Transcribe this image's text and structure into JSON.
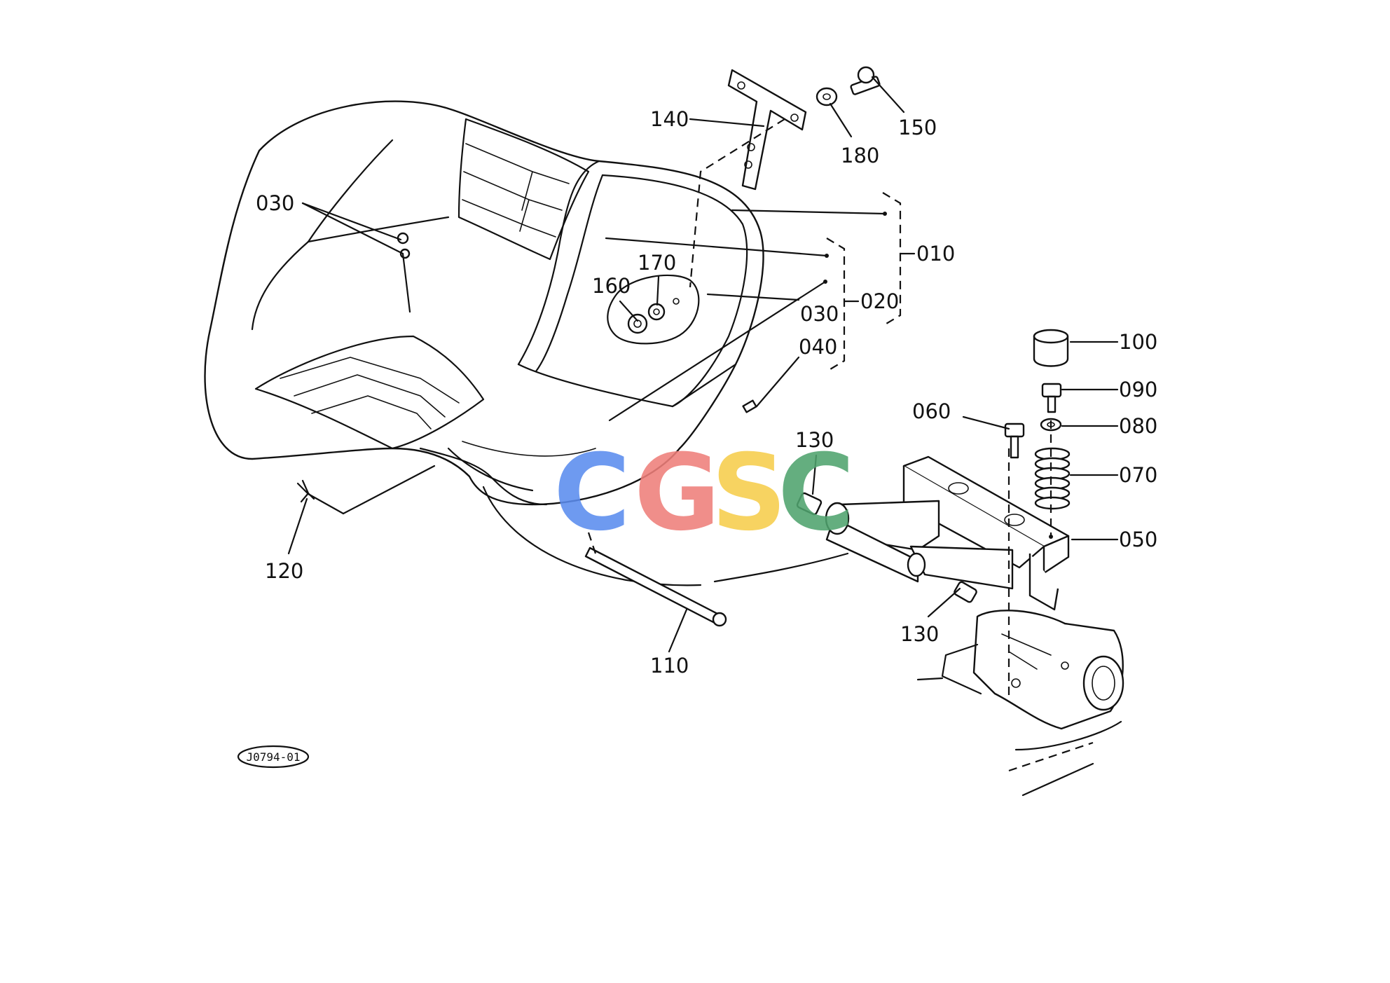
{
  "diagram": {
    "labels": {
      "p010": "010",
      "p020": "020",
      "p030a": "030",
      "p030b": "030",
      "p040": "040",
      "p050": "050",
      "p060": "060",
      "p070": "070",
      "p080": "080",
      "p090": "090",
      "p100": "100",
      "p110": "110",
      "p120": "120",
      "p130a": "130",
      "p130b": "130",
      "p140": "140",
      "p150": "150",
      "p160": "160",
      "p170": "170",
      "p180": "180"
    },
    "drawing_code": "J0794-01"
  },
  "watermark": {
    "letters": [
      "C",
      "G",
      "S",
      "C"
    ],
    "colors": [
      "#5b8def",
      "#ef7f7a",
      "#f6cd4c",
      "#4fa36e"
    ]
  }
}
